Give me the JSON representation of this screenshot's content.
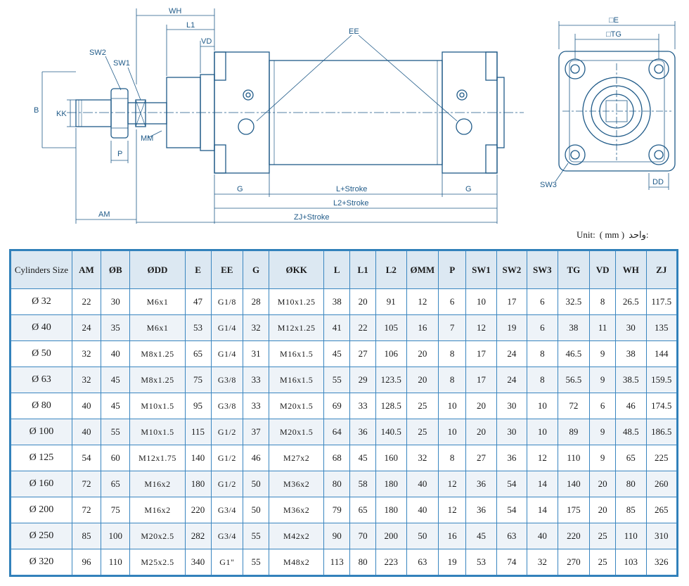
{
  "diagram_labels": {
    "wh": "WH",
    "l1": "L1",
    "vd": "VD",
    "ee": "EE",
    "sw2": "SW2",
    "sw1": "SW1",
    "b": "B",
    "kk": "KK",
    "mm": "MM",
    "p": "P",
    "am": "AM",
    "g_left": "G",
    "l_stroke": "L+Stroke",
    "g_right": "G",
    "l2_stroke": "L2+Stroke",
    "zj_stroke": "ZJ+Stroke",
    "e": "□E",
    "tg": "□TG",
    "sw3": "SW3",
    "dd": "DD"
  },
  "unit": {
    "label": "Unit:",
    "value": "( mm )",
    "arabic": "واحد:"
  },
  "table": {
    "headers": [
      "Cylinders Size",
      "AM",
      "ØB",
      "ØDD",
      "E",
      "EE",
      "G",
      "ØKK",
      "L",
      "L1",
      "L2",
      "ØMM",
      "P",
      "SW1",
      "SW2",
      "SW3",
      "TG",
      "VD",
      "WH",
      "ZJ"
    ],
    "rows": [
      [
        "Ø 32",
        "22",
        "30",
        "M6x1",
        "47",
        "G1/8",
        "28",
        "M10x1.25",
        "38",
        "20",
        "91",
        "12",
        "6",
        "10",
        "17",
        "6",
        "32.5",
        "8",
        "26.5",
        "117.5"
      ],
      [
        "Ø 40",
        "24",
        "35",
        "M6x1",
        "53",
        "G1/4",
        "32",
        "M12x1.25",
        "41",
        "22",
        "105",
        "16",
        "7",
        "12",
        "19",
        "6",
        "38",
        "11",
        "30",
        "135"
      ],
      [
        "Ø 50",
        "32",
        "40",
        "M8x1.25",
        "65",
        "G1/4",
        "31",
        "M16x1.5",
        "45",
        "27",
        "106",
        "20",
        "8",
        "17",
        "24",
        "8",
        "46.5",
        "9",
        "38",
        "144"
      ],
      [
        "Ø 63",
        "32",
        "45",
        "M8x1.25",
        "75",
        "G3/8",
        "33",
        "M16x1.5",
        "55",
        "29",
        "123.5",
        "20",
        "8",
        "17",
        "24",
        "8",
        "56.5",
        "9",
        "38.5",
        "159.5"
      ],
      [
        "Ø 80",
        "40",
        "45",
        "M10x1.5",
        "95",
        "G3/8",
        "33",
        "M20x1.5",
        "69",
        "33",
        "128.5",
        "25",
        "10",
        "20",
        "30",
        "10",
        "72",
        "6",
        "46",
        "174.5"
      ],
      [
        "Ø 100",
        "40",
        "55",
        "M10x1.5",
        "115",
        "G1/2",
        "37",
        "M20x1.5",
        "64",
        "36",
        "140.5",
        "25",
        "10",
        "20",
        "30",
        "10",
        "89",
        "9",
        "48.5",
        "186.5"
      ],
      [
        "Ø 125",
        "54",
        "60",
        "M12x1.75",
        "140",
        "G1/2",
        "46",
        "M27x2",
        "68",
        "45",
        "160",
        "32",
        "8",
        "27",
        "36",
        "12",
        "110",
        "9",
        "65",
        "225"
      ],
      [
        "Ø 160",
        "72",
        "65",
        "M16x2",
        "180",
        "G1/2",
        "50",
        "M36x2",
        "80",
        "58",
        "180",
        "40",
        "12",
        "36",
        "54",
        "14",
        "140",
        "20",
        "80",
        "260"
      ],
      [
        "Ø 200",
        "72",
        "75",
        "M16x2",
        "220",
        "G3/4",
        "50",
        "M36x2",
        "79",
        "65",
        "180",
        "40",
        "12",
        "36",
        "54",
        "14",
        "175",
        "20",
        "85",
        "265"
      ],
      [
        "Ø 250",
        "85",
        "100",
        "M20x2.5",
        "282",
        "G3/4",
        "55",
        "M42x2",
        "90",
        "70",
        "200",
        "50",
        "16",
        "45",
        "63",
        "40",
        "220",
        "25",
        "110",
        "310"
      ],
      [
        "Ø 320",
        "96",
        "110",
        "M25x2.5",
        "340",
        "G1\"",
        "55",
        "M48x2",
        "113",
        "80",
        "223",
        "63",
        "19",
        "53",
        "74",
        "32",
        "270",
        "25",
        "103",
        "326"
      ]
    ]
  },
  "colors": {
    "line": "#1f5a88",
    "border": "#2e7fb8",
    "header_bg": "#dce8f2",
    "alt_row": "#eef3f8"
  }
}
